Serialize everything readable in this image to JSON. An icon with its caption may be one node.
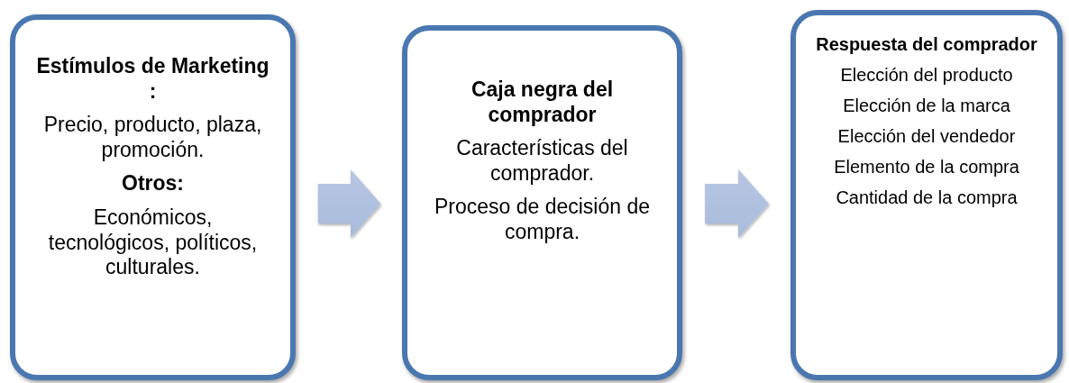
{
  "diagram": {
    "nodes": [
      {
        "text": [
          "Estímulos de Marketing :",
          "Precio, producto, plaza, promoción.",
          "Otros:",
          "Económicos, tecnológicos, políticos, culturales."
        ]
      },
      {
        "text": [
          "Caja negra del comprador",
          "Características del comprador.",
          "Proceso de decisión de compra."
        ]
      },
      {
        "text": [
          "Respuesta del comprador",
          "Elección del producto",
          "Elección de la marca",
          "Elección del vendedor",
          "Elemento de la compra",
          "Cantidad de la compra"
        ]
      }
    ],
    "edges": [
      {
        "from": 0,
        "to": 1,
        "arrow": "to"
      },
      {
        "from": 1,
        "to": 2,
        "arrow": "to"
      }
    ]
  }
}
